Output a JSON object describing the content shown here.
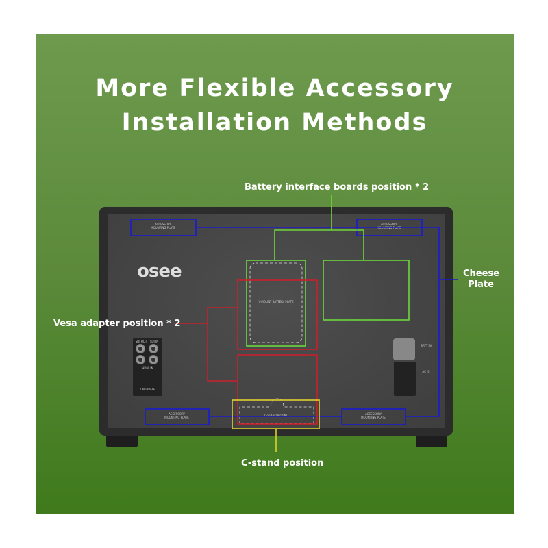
{
  "title_line1": "More Flexible Accessory",
  "title_line2": "Installation Methods",
  "labels": {
    "battery": "Battery interface boards position * 2",
    "cheese_line1": "Cheese",
    "cheese_line2": "Plate",
    "vesa": "Vesa adapter position * 2",
    "cstand": "C-stand position"
  },
  "logo": "osee",
  "device_text": {
    "accessory_plate": "ACCESSORY MOUNTING PLATE",
    "battery_plate": "V-MOUNT BATTERY PLATE",
    "cstand_mount": "C-STAND MOUNT",
    "sdi_out": "SDI OUT",
    "sdi_in": "SDI IN",
    "hdmi_in": "HDMI IN",
    "calibrate": "CALIBRATE",
    "batt_in": "BATT IN",
    "ac_in": "AC IN"
  },
  "colors": {
    "blue": "#1a1ad0",
    "green": "#6cd83c",
    "red": "#c8202c",
    "yellow": "#e0d030",
    "background": "#5b8a3a"
  }
}
